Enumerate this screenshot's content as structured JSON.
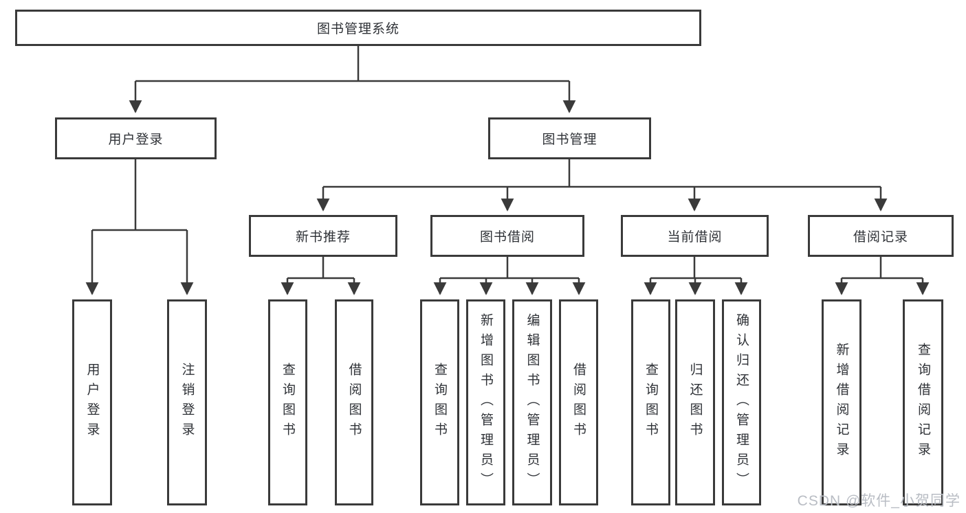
{
  "diagram": {
    "type": "tree",
    "root": {
      "label": "图书管理系统"
    },
    "branches": [
      {
        "label": "用户登录",
        "children": [
          {
            "label": "用户登录"
          },
          {
            "label": "注销登录"
          }
        ]
      },
      {
        "label": "图书管理",
        "children": [
          {
            "label": "新书推荐",
            "children": [
              {
                "label": "查询图书"
              },
              {
                "label": "借阅图书"
              }
            ]
          },
          {
            "label": "图书借阅",
            "children": [
              {
                "label": "查询图书"
              },
              {
                "label": "新增图书（管理员）"
              },
              {
                "label": "编辑图书（管理员）"
              },
              {
                "label": "借阅图书"
              }
            ]
          },
          {
            "label": "当前借阅",
            "children": [
              {
                "label": "查询图书"
              },
              {
                "label": "归还图书"
              },
              {
                "label": "确认归还（管理员）"
              }
            ]
          },
          {
            "label": "借阅记录",
            "children": [
              {
                "label": "新增借阅记录"
              },
              {
                "label": "查询借阅记录"
              }
            ]
          }
        ]
      }
    ]
  },
  "watermark": {
    "text": "CSDN @软件_小贺同学"
  },
  "colors": {
    "line": "#3a3a3a",
    "box_border": "#3a3a3a",
    "text": "#2f3237",
    "background": "#ffffff",
    "watermark": "#b9bdc4"
  }
}
